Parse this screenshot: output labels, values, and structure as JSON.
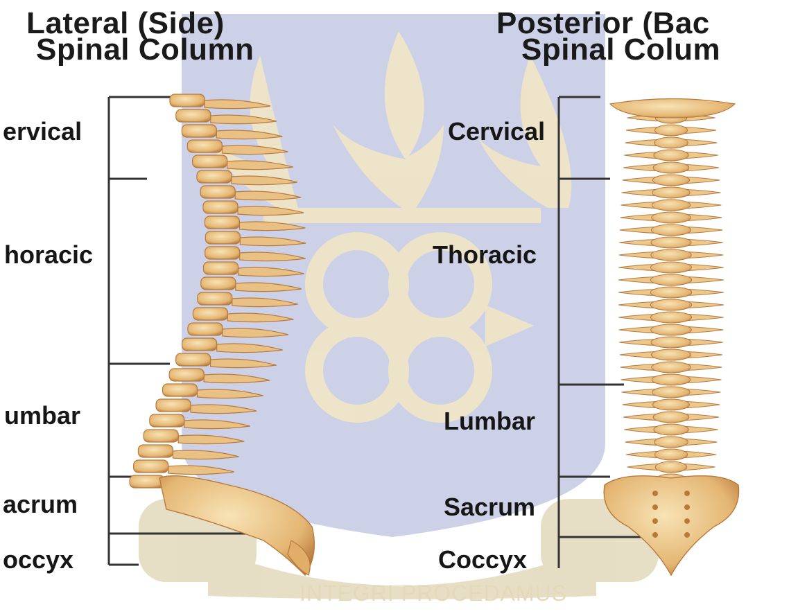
{
  "lateral": {
    "title_line1": "Lateral (Side)",
    "title_line2": "Spinal Column",
    "labels": [
      "ervical",
      "horacic",
      "umbar",
      "acrum",
      "occyx"
    ]
  },
  "posterior": {
    "title_line1": "Posterior (Bac",
    "title_line2": "Spinal Colum",
    "labels": [
      "Cervical",
      "Thoracic",
      "Lumbar",
      "Sacrum",
      "Coccyx"
    ]
  },
  "watermark": {
    "motto": "INTEGRI PROCEDAMUS"
  },
  "colors": {
    "watermark_blue": "#c9cfe6",
    "watermark_gold": "#f1e6c6",
    "watermark_olive": "#ddd3b2",
    "bone_light": "#f3d8a0",
    "bone_dark": "#b87a3c",
    "bracket": "#333333"
  }
}
